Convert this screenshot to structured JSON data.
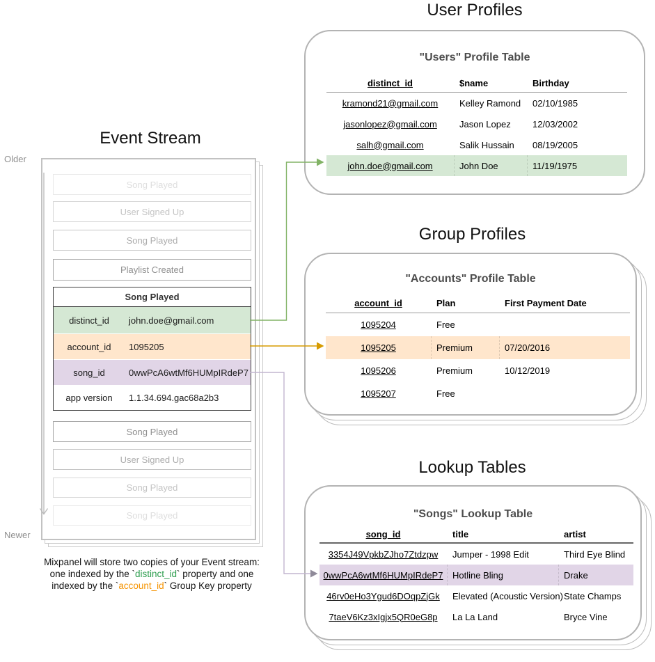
{
  "labels": {
    "older": "Older",
    "newer": "Newer"
  },
  "event_stream": {
    "title": "Event Stream",
    "events_above": [
      "Song Played",
      "User Signed Up",
      "Song Played",
      "Playlist Created"
    ],
    "active_event": {
      "name": "Song Played",
      "properties": [
        {
          "key": "distinct_id",
          "value": "john.doe@gmail.com",
          "highlight": "green"
        },
        {
          "key": "account_id",
          "value": "1095205",
          "highlight": "orange"
        },
        {
          "key": "song_id",
          "value": "0wwPcA6wtMf6HUMpIRdeP7",
          "highlight": "purple"
        },
        {
          "key": "app version",
          "value": "1.1.34.694.gac68a2b3",
          "highlight": "none"
        }
      ]
    },
    "events_below": [
      "Song Played",
      "User Signed Up",
      "Song Played",
      "Song Played"
    ]
  },
  "user_profiles": {
    "heading": "User Profiles",
    "table_title": "\"Users\" Profile Table",
    "columns": [
      "distinct_id",
      "$name",
      "Birthday"
    ],
    "rows": [
      {
        "id": "kramond21@gmail.com",
        "name": "Kelley Ramond",
        "birthday": "02/10/1985"
      },
      {
        "id": "jasonlopez@gmail.com",
        "name": "Jason Lopez",
        "birthday": "12/03/2002"
      },
      {
        "id": "salh@gmail.com",
        "name": "Salik Hussain",
        "birthday": "08/19/2005"
      },
      {
        "id": "john.doe@gmail.com",
        "name": "John Doe",
        "birthday": "11/19/1975"
      }
    ],
    "highlighted_row_index": 3
  },
  "group_profiles": {
    "heading": "Group Profiles",
    "table_title": "\"Accounts\" Profile Table",
    "columns": [
      "account_id",
      "Plan",
      "First Payment Date"
    ],
    "rows": [
      {
        "id": "1095204",
        "plan": "Free",
        "first_payment": ""
      },
      {
        "id": "1095205",
        "plan": "Premium",
        "first_payment": "07/20/2016"
      },
      {
        "id": "1095206",
        "plan": "Premium",
        "first_payment": "10/12/2019"
      },
      {
        "id": "1095207",
        "plan": "Free",
        "first_payment": ""
      }
    ],
    "highlighted_row_index": 1
  },
  "lookup_tables": {
    "heading": "Lookup Tables",
    "table_title": "\"Songs\" Lookup Table",
    "columns": [
      "song_id",
      "title",
      "artist"
    ],
    "rows": [
      {
        "id": "3354J49VpkbZJho7Ztdzpw",
        "title": "Jumper - 1998 Edit",
        "artist": "Third Eye Blind"
      },
      {
        "id": "0wwPcA6wtMf6HUMpIRdeP7",
        "title": "Hotline Bling",
        "artist": "Drake"
      },
      {
        "id": "46rv0eHo3Ygud6DOqpZjGk",
        "title": "Elevated (Acoustic Version)",
        "artist": "State Champs"
      },
      {
        "id": "7taeV6Kz3xIgjx5QR0eG8p",
        "title": "La La Land",
        "artist": "Bryce Vine"
      }
    ],
    "highlighted_row_index": 1
  },
  "caption": {
    "line1": "Mixpanel will store two copies of your Event stream:",
    "line2": {
      "pre": "one indexed by the `",
      "code": "distinct_id",
      "post": "` property and one"
    },
    "line3": {
      "pre": "indexed by the `",
      "code": "account_id",
      "post": "` Group Key property"
    }
  },
  "colors": {
    "distinct_id_fill": "#d5e8d4",
    "account_id_fill": "#ffe6cc",
    "song_id_fill": "#e1d5e7",
    "green_arrow": "#82b366",
    "orange_arrow": "#d79b00",
    "purple_arrow": "#c2b5cf",
    "caption_green_text": "#2e9e4f",
    "caption_orange_text": "#f59300",
    "card_border": "#b3b3b3"
  }
}
